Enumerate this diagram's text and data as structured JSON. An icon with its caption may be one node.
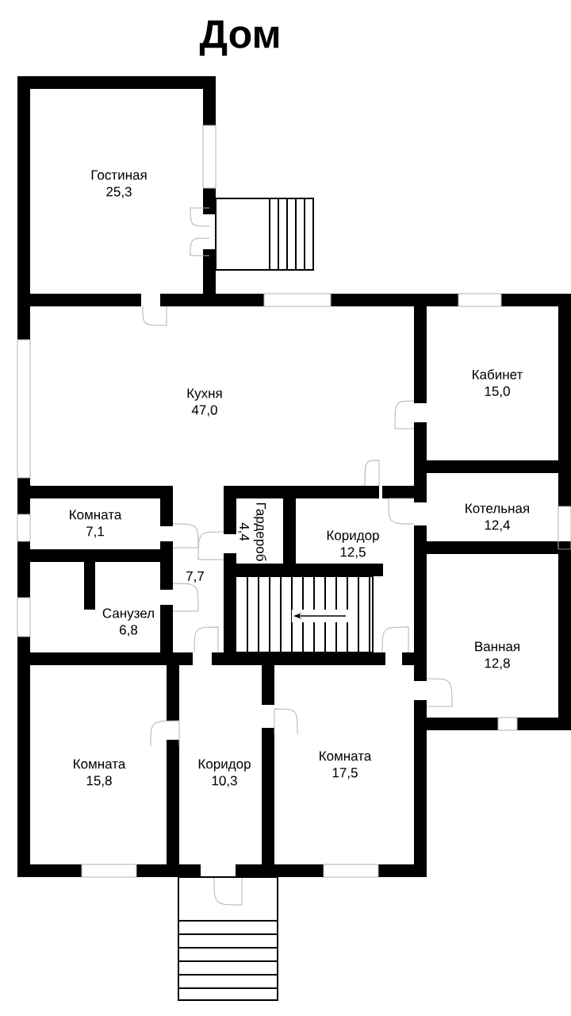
{
  "diagram": {
    "title": "Дом",
    "nodes": [
      {
        "text": [
          "Гостиная",
          "25,3"
        ]
      },
      {
        "text": [
          "Кухня",
          "47,0"
        ]
      },
      {
        "text": [
          "Кабинет",
          "15,0"
        ]
      },
      {
        "text": [
          "Комната",
          "7,1"
        ]
      },
      {
        "text": [
          "Гардероб",
          "4,4"
        ]
      },
      {
        "text": [
          "Коридор",
          "12,5"
        ]
      },
      {
        "text": [
          "Котельная",
          "12,4"
        ]
      },
      {
        "text": [
          "7,7"
        ]
      },
      {
        "text": [
          "Санузел",
          "6,8"
        ]
      },
      {
        "text": [
          "Ванная",
          "12,8"
        ]
      },
      {
        "text": [
          "Комната",
          "15,8"
        ]
      },
      {
        "text": [
          "Коридор",
          "10,3"
        ]
      },
      {
        "text": [
          "Комната",
          "17,5"
        ]
      }
    ]
  }
}
